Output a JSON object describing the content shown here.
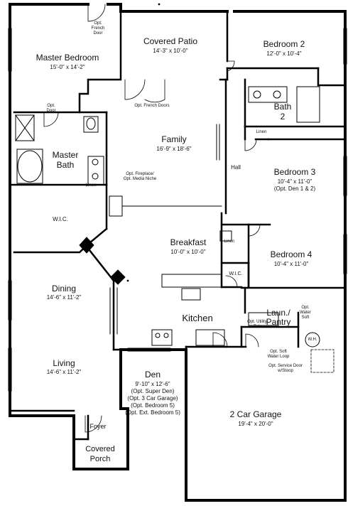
{
  "rooms": {
    "master_bedroom": {
      "name": "Master Bedroom",
      "dims": "15'-0\" x 14'-2\""
    },
    "covered_patio": {
      "name": "Covered Patio",
      "dims": "14'-3\" x 10'-0\""
    },
    "bedroom2": {
      "name": "Bedroom 2",
      "dims": "12'-0\" x 10'-4\""
    },
    "bath2": {
      "name": "Bath",
      "num": "2"
    },
    "family": {
      "name": "Family",
      "dims": "16'-9\" x 18'-6\""
    },
    "master_bath": {
      "name": "Master",
      "name2": "Bath"
    },
    "hall": {
      "name": "Hall"
    },
    "bedroom3": {
      "name": "Bedroom 3",
      "dims": "10'-4\" x 11'-0\"",
      "note": "(Opt. Den 1 & 2)"
    },
    "wic1": {
      "name": "W.I.C."
    },
    "breakfast": {
      "name": "Breakfast",
      "dims": "10'-0\" x 10'-0\""
    },
    "bedroom4": {
      "name": "Bedroom 4",
      "dims": "10'-4\" x 11'-0\""
    },
    "wic2": {
      "name": "W.I.C."
    },
    "dining": {
      "name": "Dining",
      "dims": "14'-6\" x 11'-2\""
    },
    "kitchen": {
      "name": "Kitchen"
    },
    "laundry": {
      "name": "Laun./",
      "name2": "Pantry"
    },
    "living": {
      "name": "Living",
      "dims": "14'-6\" x 11'-2\""
    },
    "den": {
      "name": "Den",
      "dims": "9'-10\" x 12'-6\"",
      "opts": [
        "(Opt. Super Den)",
        "(Opt. 3 Car Garage)",
        "(Opt. Bedroom 5)",
        "(Opt. Ext. Bedroom 5)"
      ]
    },
    "garage": {
      "name": "2 Car Garage",
      "dims": "19'-4\" x 20'-0\""
    },
    "foyer": {
      "name": "Foyer"
    },
    "porch": {
      "name": "Covered",
      "name2": "Porch"
    }
  },
  "notes": {
    "opt_french_door": "Opt. French Door",
    "opt_door": "Opt. Door",
    "opt_french_doors": "Opt. French Doors",
    "opt_fireplace": "Opt. Fireplace/",
    "opt_media_niche": "Opt. Media Niche",
    "linen1": "Linen",
    "linen2": "Linen",
    "linen3": "Linen",
    "opt_water_soft": "Opt. Water Soft",
    "opt_utility_tub": "Opt. Utility Tub",
    "opt_soft_water_loop": "Opt. Soft Water Loop",
    "opt_service_door": "Opt. Service Door w/Stoop",
    "wh": "W.H."
  }
}
